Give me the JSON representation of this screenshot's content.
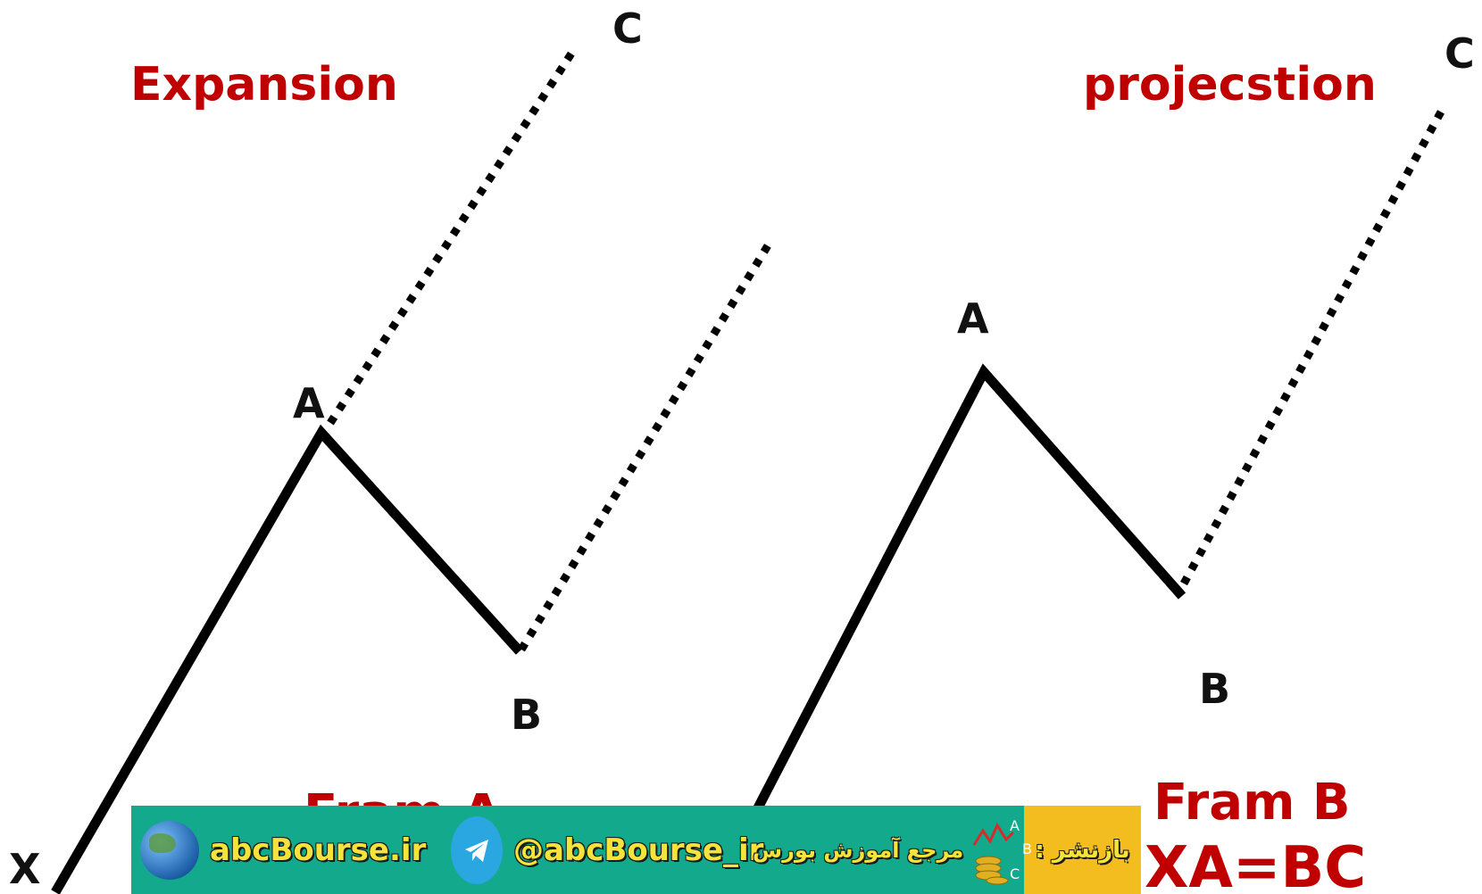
{
  "left_frame": {
    "title": "Expansion",
    "labels": {
      "x": "X",
      "a": "A",
      "b": "B",
      "c": "C"
    },
    "frame_caption": "Fram A"
  },
  "right_frame": {
    "title": "projecstion",
    "labels": {
      "a": "A",
      "b": "B",
      "c": "C"
    },
    "frame_caption": "Fram B",
    "formula": "XA=BC"
  },
  "banner": {
    "site": "abcBourse.ir",
    "telegram": "@abcBourse_ir",
    "reference": "مرجع آموزش بورس",
    "republish": "بازنشر :",
    "globe_icon": "globe-icon",
    "telegram_icon": "telegram-icon",
    "brand_icon": "abc-chart-coins-icon"
  },
  "colors": {
    "line": "#000000",
    "title_red": "#c00000",
    "banner_green": "#12a98c",
    "banner_yellow": "#f3bd1f",
    "banner_text": "#f4e33a"
  }
}
